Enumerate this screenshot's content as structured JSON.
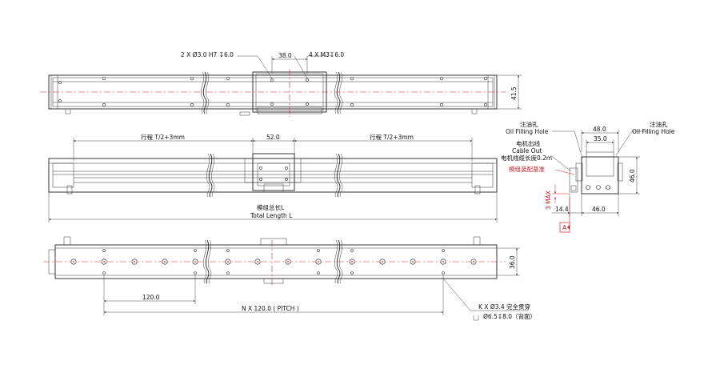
{
  "labels": {
    "top_hole_callout": "2 X Ø3.0 H7 ↧6.0",
    "top_dim_38": "38.0",
    "top_thread_callout": "4 X M3↧6.0",
    "top_dim_41_5": "41.5",
    "stroke_left": "行程 T/2+3mm",
    "stroke_right": "行程 T/2+3mm",
    "carriage_52": "52.0",
    "total_cn": "模组总长L",
    "total_en": "Total Length L",
    "dim_120": "120.0",
    "pitch": "N X 120.0 ( PITCH )",
    "dim_36": "36.0",
    "hole_callout_1": "K X Ø3.4 完全贯穿",
    "hole_callout_2": "Ø6.5↧8.0（背面）",
    "oil_left_cn": "注油孔",
    "oil_left_en": "Oil Filling Hole",
    "oil_right_cn": "注油孔",
    "oil_right_en": "Oil Filling Hole",
    "cable_cn": "电机出线",
    "cable_en": "Cable Out",
    "cable_len": "电机线缆长度0.2m",
    "assembly_ref": "模组装配基准",
    "side_48": "48.0",
    "side_35": "35.0",
    "side_46_v": "46.0",
    "side_14_4": "14.4",
    "side_46_h": "46.0",
    "side_3max": "3 MAX",
    "datum": "A"
  },
  "colors": {
    "outline": "#222222",
    "centerline": "#d2202a",
    "annotation_red": "#d2202a"
  }
}
